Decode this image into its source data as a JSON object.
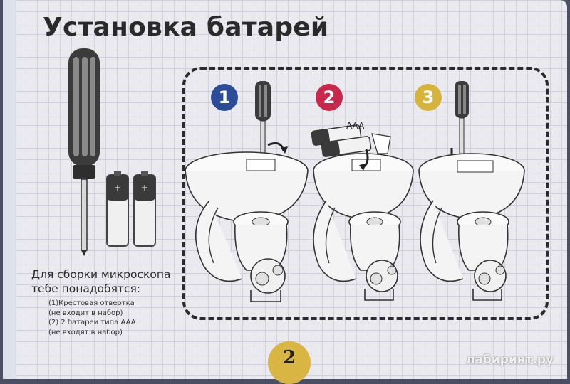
{
  "document": {
    "title": "Установка батарей",
    "caption_line1": "Для сборки микроскопа",
    "caption_line2": "тебе понадобятся:",
    "item1": "(1)Крестовая отвертка",
    "item1_note": "(не входит в набор)",
    "item2": "(2) 2 батареи типа AAA",
    "item2_note": "(не входят в набор)",
    "page_number": "2"
  },
  "steps": [
    {
      "number": "1",
      "color": "#2c4c98"
    },
    {
      "number": "2",
      "color": "#c7284b"
    },
    {
      "number": "3",
      "color": "#d6b43c"
    }
  ],
  "battery_label": "AAA",
  "watermark": "лабиринт.ру"
}
